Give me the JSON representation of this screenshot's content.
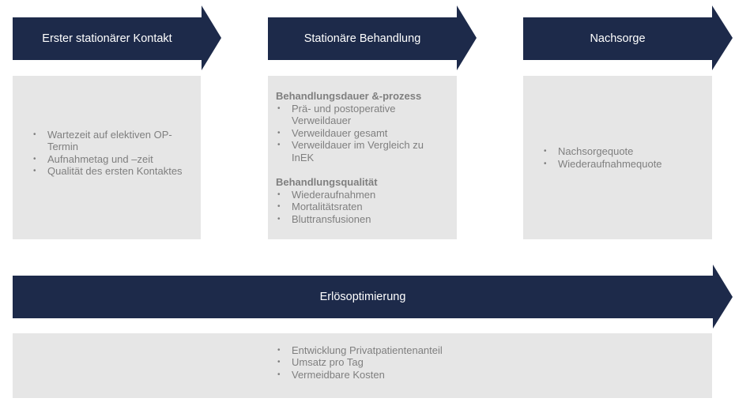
{
  "colors": {
    "arrow": "#1d2a4a",
    "box": "#e6e6e6",
    "text": "#7f7f7f"
  },
  "stages": [
    {
      "title": "Erster stationärer Kontakt",
      "items": [
        "Wartezeit auf elektiven OP-Termin",
        "Aufnahmetag und –zeit",
        "Qualität des ersten Kontaktes"
      ]
    },
    {
      "title": "Stationäre Behandlung",
      "groups": [
        {
          "heading": "Behandlungsdauer &-prozess",
          "items": [
            "Prä- und postoperative Verweildauer",
            "Verweildauer gesamt",
            "Verweildauer im Vergleich zu InEK"
          ]
        },
        {
          "heading": "Behandlungsqualität",
          "items": [
            "Wiederaufnahmen",
            "Mortalitätsraten",
            "Bluttransfusionen"
          ]
        }
      ]
    },
    {
      "title": "Nachsorge",
      "items": [
        "Nachsorgequote",
        "Wiederaufnahmequote"
      ]
    }
  ],
  "bottom": {
    "title": "Erlösoptimierung",
    "items": [
      "Entwicklung Privatpatientenanteil",
      "Umsatz pro Tag",
      "Vermeidbare Kosten"
    ]
  }
}
